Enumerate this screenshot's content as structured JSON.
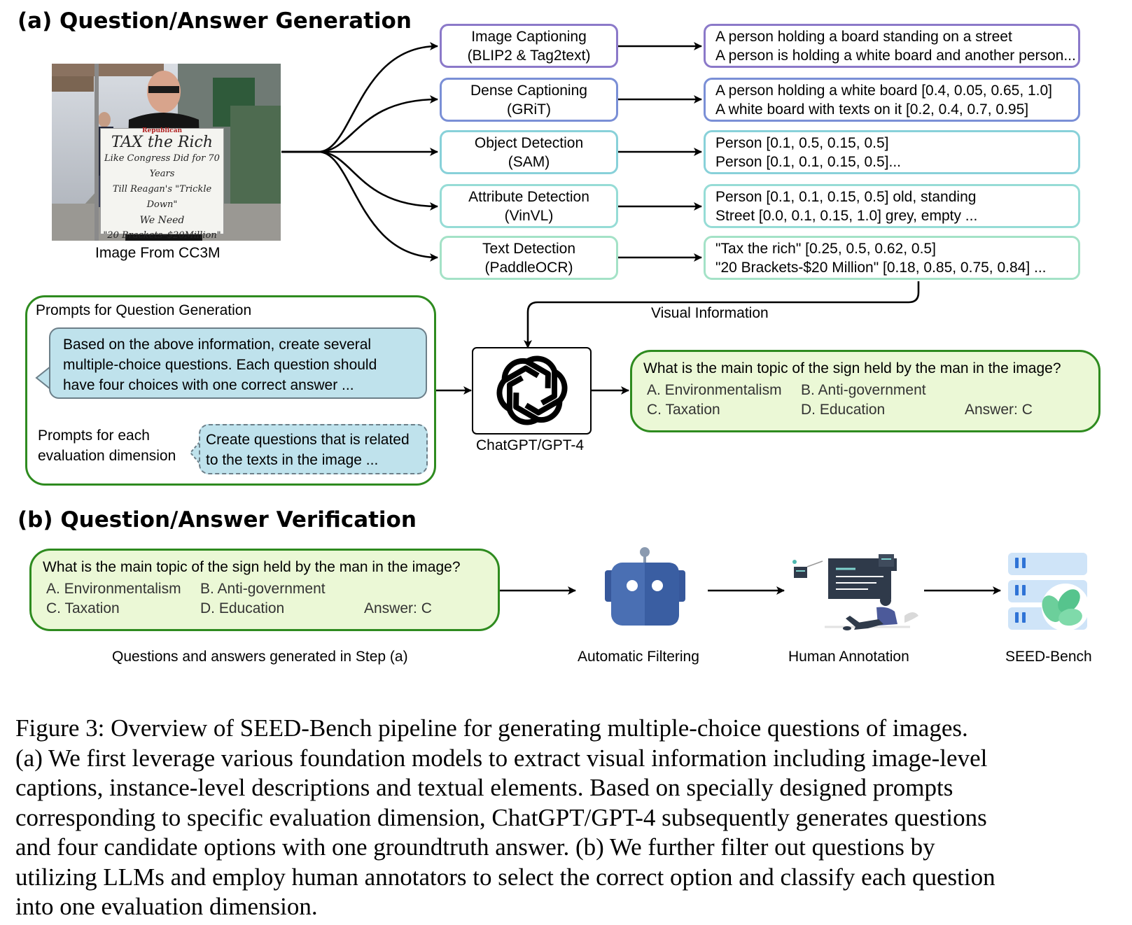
{
  "section_a": {
    "title": "(a) Question/Answer Generation",
    "image_label": "Image From CC3M",
    "photo_sign": {
      "top": "Republican",
      "lines": [
        "TAX the Rich",
        "Like Congress Did for 70 Years",
        "Till Reagan's \"Trickle Down\"",
        "We Need",
        "\"20 Brackets–$20Million\""
      ]
    },
    "models": [
      {
        "name": "Image Captioning",
        "tool": "(BLIP2 & Tag2text)",
        "output": [
          "A person holding a board standing on a street",
          "A person is holding a white board and another person..."
        ]
      },
      {
        "name": "Dense Captioning",
        "tool": "(GRiT)",
        "output": [
          "A person holding a white board [0.4, 0.05, 0.65, 1.0]",
          "A white board with texts on it [0.2, 0.4, 0.7, 0.95]"
        ]
      },
      {
        "name": "Object Detection",
        "tool": "(SAM)",
        "output": [
          "Person [0.1, 0.5, 0.15, 0.5]",
          "Person [0.1, 0.1, 0.15, 0.5]..."
        ]
      },
      {
        "name": "Attribute Detection",
        "tool": "(VinVL)",
        "output": [
          "Person [0.1, 0.1, 0.15, 0.5] old, standing",
          "Street [0.0, 0.1, 0.15, 1.0] grey, empty ..."
        ]
      },
      {
        "name": "Text Detection",
        "tool": "(PaddleOCR)",
        "output": [
          "\"Tax the rich\" [0.25, 0.5, 0.62, 0.5]",
          "\"20 Brackets-$20 Million\" [0.18, 0.85, 0.75, 0.84] ..."
        ]
      }
    ],
    "visual_information_label": "Visual Information",
    "prompts_panel": {
      "title": "Prompts for Question Generation",
      "main_prompt": [
        "Based on the above information, create several",
        "multiple-choice questions.  Each question should",
        "have four choices with one correct answer ..."
      ],
      "plus": "+",
      "dimension_label": [
        "Prompts for each",
        "evaluation dimension"
      ],
      "dimension_prompt": [
        "Create questions that is related",
        "to the texts in the image ..."
      ]
    },
    "llm_label": "ChatGPT/GPT-4",
    "generated_qa": {
      "question": "What is the main topic of the sign held by the man in the image?",
      "option_a": "A. Environmentalism",
      "option_b": "B. Anti-government",
      "option_c": "C. Taxation",
      "option_d": "D. Education",
      "answer": "Answer: C"
    }
  },
  "section_b": {
    "title": "(b) Question/Answer Verification",
    "qa": {
      "question": "What is the main topic of the sign held by the man in the image?",
      "option_a": "A. Environmentalism",
      "option_b": "B. Anti-government",
      "option_c": "C. Taxation",
      "option_d": "D. Education",
      "answer": "Answer: C"
    },
    "qa_label": "Questions and answers generated in Step (a)",
    "steps": [
      "Automatic Filtering",
      "Human Annotation",
      "SEED-Bench"
    ]
  },
  "caption_lines": [
    "Figure 3: Overview of SEED-Bench pipeline for generating multiple-choice questions of images.",
    "(a) We first leverage various foundation models to extract visual information including image-level",
    "captions, instance-level descriptions and textual elements.  Based on specially designed prompts",
    "corresponding to specific evaluation dimension, ChatGPT/GPT-4 subsequently generates questions",
    "and four candidate options with one groundtruth answer.  (b) We further filter out questions by",
    "utilizing LLMs and employ human annotators to select the correct option and classify each question",
    "into one evaluation dimension."
  ],
  "colors": {
    "purple": "#8b79c9",
    "blue": "#7a8fd6",
    "teal": "#88d1d9",
    "green_border": "#2e8b1f",
    "qa_fill": "#ebf8d6",
    "bubble_fill": "#bfe2ec",
    "robot_blue": "#4a6fb3",
    "server_blue": "#cfe4f8"
  }
}
